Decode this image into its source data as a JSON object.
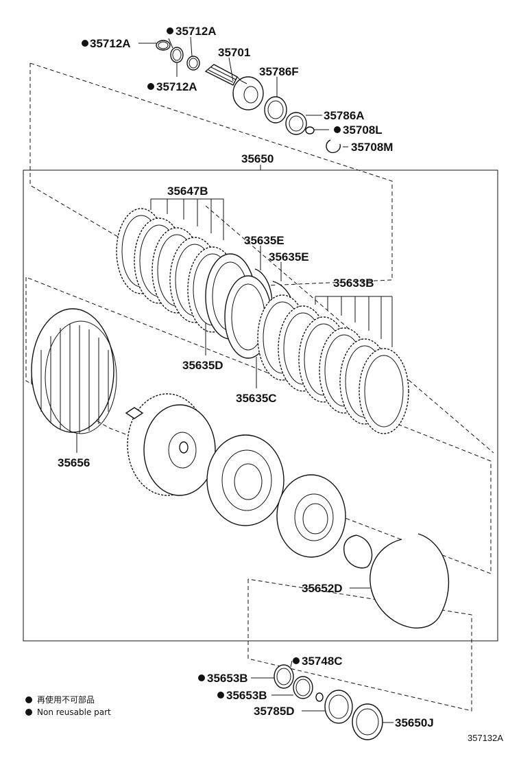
{
  "labels": {
    "p35712a_1": "35712A",
    "p35712a_2": "35712A",
    "p35712a_3": "35712A",
    "p35701": "35701",
    "p35786f": "35786F",
    "p35786a": "35786A",
    "p35708l": "35708L",
    "p35708m": "35708M",
    "p35650": "35650",
    "p35647b": "35647B",
    "p35635e_1": "35635E",
    "p35635e_2": "35635E",
    "p35633b": "35633B",
    "p35635d": "35635D",
    "p35635c": "35635C",
    "p35656": "35656",
    "p35652d": "35652D",
    "p35748c": "35748C",
    "p35653b_1": "35653B",
    "p35653b_2": "35653B",
    "p35785d": "35785D",
    "p35650j": "35650J"
  },
  "legend": {
    "line1": "再使用不可部品",
    "line2": "Non reusable part"
  },
  "ref_code": "357132A",
  "colors": {
    "ink": "#111111",
    "background": "#ffffff"
  },
  "icons": {
    "non_reusable_marker": "filled-circle-icon"
  }
}
